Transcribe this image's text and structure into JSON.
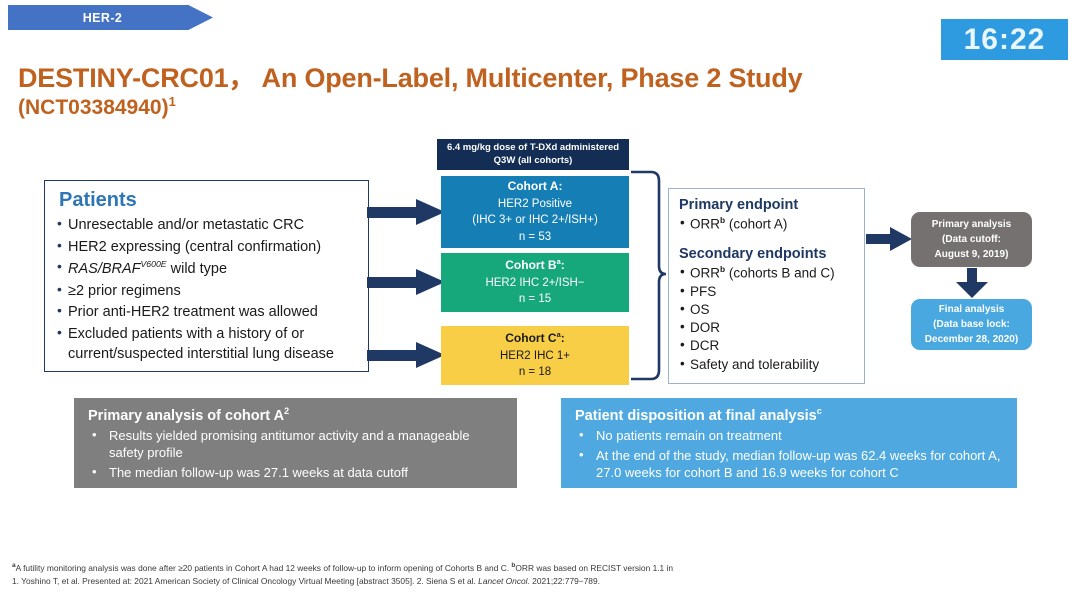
{
  "banner": {
    "label": "HER-2"
  },
  "timer": {
    "value": "16:22"
  },
  "title": {
    "main": "DESTINY-CRC01， An Open-Label, Multicenter, Phase 2 Study",
    "sub_text": "(NCT03384940)",
    "sub_sup": "1"
  },
  "patients": {
    "heading": "Patients",
    "items": [
      "Unresectable and/or metastatic CRC",
      "HER2 expressing (central confirmation)",
      "RAS/BRAF V600E wild type",
      "≥2 prior regimens",
      "Prior anti-HER2 treatment was allowed",
      "Excluded patients with a history of or current/suspected interstitial lung disease"
    ],
    "item3_italic": "RAS/BRAF",
    "item3_sup": "V600E",
    "item3_rest": " wild type"
  },
  "dose": {
    "line1": "6.4 mg/kg dose of T-DXd administered",
    "line2": "Q3W (all cohorts)"
  },
  "cohorts": [
    {
      "id": "cohort-a",
      "title": "Cohort A:",
      "lines": [
        "HER2 Positive",
        "(IHC 3+ or IHC 2+/ISH+)",
        "n = 53"
      ],
      "color": "#157FB5",
      "n": 53
    },
    {
      "id": "cohort-b",
      "title": "Cohort B",
      "title_sup": "a",
      "title_suffix": ":",
      "lines": [
        "HER2 IHC 2+/ISH−",
        "n = 15"
      ],
      "color": "#16A77B",
      "n": 15
    },
    {
      "id": "cohort-c",
      "title": "Cohort C",
      "title_sup": "a",
      "title_suffix": ":",
      "lines": [
        "HER2 IHC 1+",
        "n = 18"
      ],
      "color": "#F8CE46",
      "n": 18
    }
  ],
  "endpoints": {
    "primary_heading": "Primary endpoint",
    "primary_items": [
      "ORR b (cohort A)"
    ],
    "primary_item_text": "ORR",
    "primary_item_sup": "b",
    "primary_item_rest": " (cohort A)",
    "secondary_heading": "Secondary endpoints",
    "secondary_first_text": "ORR",
    "secondary_first_sup": "b",
    "secondary_first_rest": " (cohorts B and C)",
    "secondary_items": [
      "PFS",
      "OS",
      "DOR",
      "DCR",
      "Safety and tolerability"
    ]
  },
  "analysis": {
    "primary": {
      "line1": "Primary analysis",
      "line2": "(Data cutoff:",
      "line3": "August 9, 2019)",
      "color": "#767171"
    },
    "final": {
      "line1": "Final analysis",
      "line2": "(Data base lock:",
      "line3": "December 28, 2020)",
      "color": "#49A8DF"
    }
  },
  "summary_left": {
    "heading_text": "Primary analysis of cohort A",
    "heading_sup": "2",
    "items": [
      "Results yielded promising antitumor activity and a manageable safety profile",
      "The median follow-up was 27.1 weeks at data cutoff"
    ],
    "color": "#7F7F7F"
  },
  "summary_right": {
    "heading_text": "Patient disposition at final analysis",
    "heading_sup": "c",
    "items": [
      "No patients remain on treatment",
      "At the end of the study, median follow-up was 62.4 weeks for cohort A, 27.0 weeks for cohort B and 16.9 weeks for cohort C"
    ],
    "color": "#4FA9E0"
  },
  "footnotes": {
    "line1_a": "A futility monitoring analysis was done after ≥20 patients in Cohort A had 12 weeks of follow-up to inform opening of Cohorts B and C. ",
    "line1_b": "ORR was based on RECIST version 1.1 in",
    "sup_a": "a",
    "sup_b": "b",
    "line2_pre": "1. Yoshino T, et al. Presented at: 2021 American Society of Clinical Oncology Virtual Meeting [abstract 3505]. 2. Siena S et al. ",
    "line2_italic": "Lancet Oncol.",
    "line2_post": " 2021;22:779−789."
  }
}
